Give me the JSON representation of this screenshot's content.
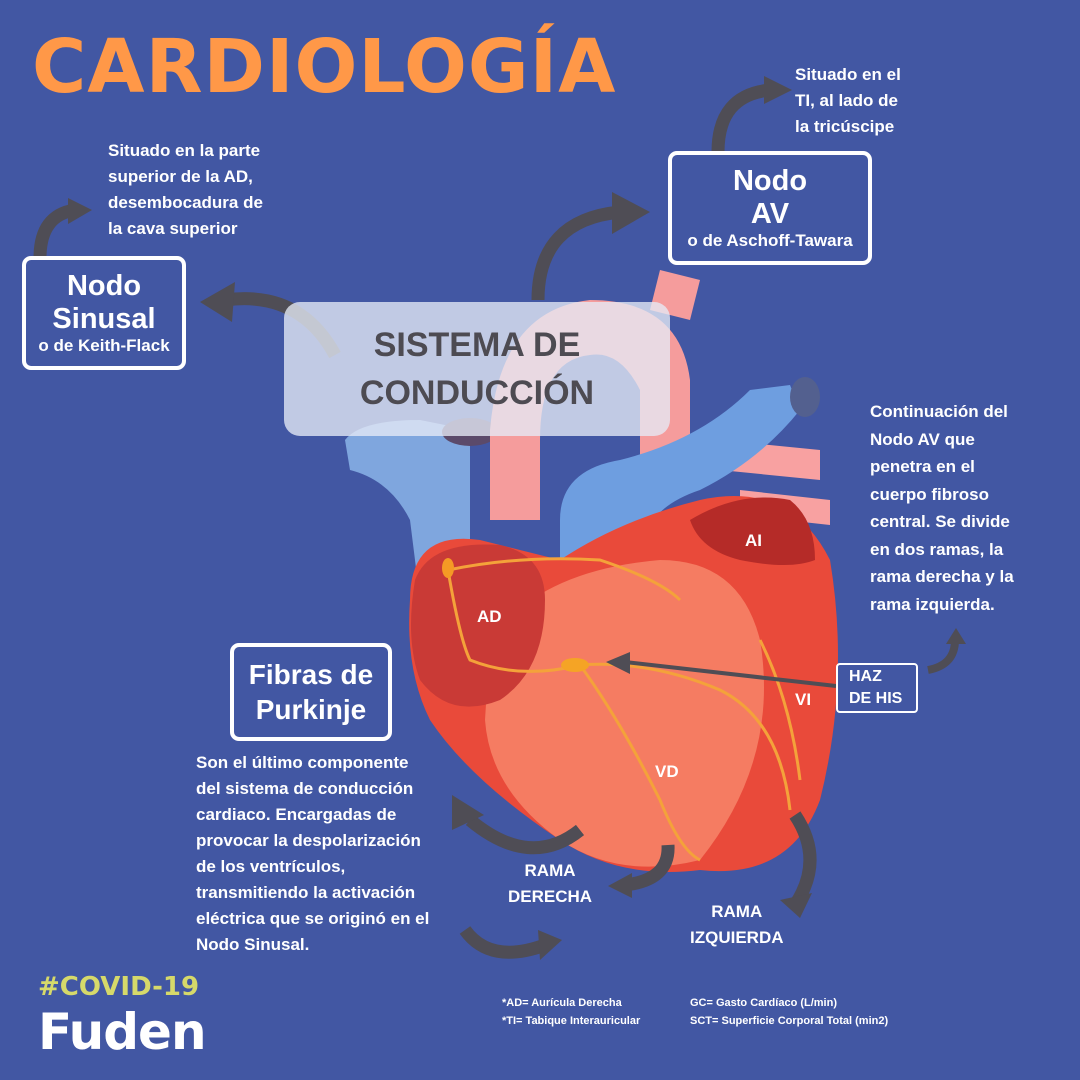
{
  "header": {
    "title": "CARDIOLOGÍA"
  },
  "center": {
    "title": "SISTEMA DE\nCONDUCCIÓN"
  },
  "nodo_sinusal": {
    "main": "Nodo\nSinusal",
    "sub": "o de Keith-Flack",
    "description": "Situado en la parte\nsuperior de la AD,\ndesembocadura de\nla cava superior"
  },
  "nodo_av": {
    "main": "Nodo\nAV",
    "sub": "o de Aschoff-Tawara",
    "description": "Situado en el\nTI, al lado de\nla tricúscipe"
  },
  "haz_de_his": {
    "label": "HAZ\nDE HIS",
    "description": "Continuación del\nNodo AV que\npenetra en el\ncuerpo fibroso\ncentral. Se divide\nen dos ramas, la\nrama derecha y la\nrama izquierda."
  },
  "purkinje": {
    "main": "Fibras de\nPurkinje",
    "description": "Son el último componente\ndel sistema de conducción\ncardiaco. Encargadas de\nprovocar la despolarización\nde los ventrículos,\ntransmitiendo la activación\neléctrica que se originó en el\nNodo Sinusal."
  },
  "heart_labels": {
    "ad": "AD",
    "ai": "AI",
    "vd": "VD",
    "vi": "VI"
  },
  "ramas": {
    "derecha": "RAMA\nDERECHA",
    "izquierda": "RAMA\nIZQUIERDA"
  },
  "footer": {
    "hashtag": "#COVID-19",
    "logo": "Fuden",
    "notes": [
      "*AD= Aurícula Derecha",
      "*TI= Tabique Interauricular",
      "GC= Gasto Cardíaco (L/min)",
      "SCT= Superficie Corporal Total (min2)"
    ]
  },
  "colors": {
    "background": "#4257a3",
    "title": "#ff9848",
    "arrow": "#4f4d55",
    "hashtag": "#d6d96a"
  }
}
